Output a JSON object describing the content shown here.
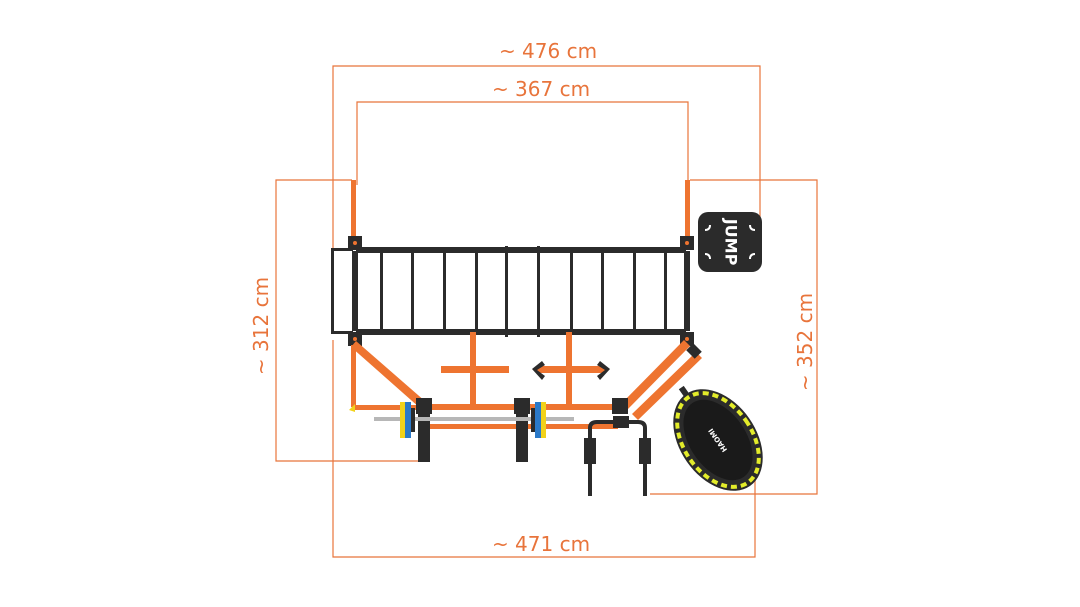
{
  "dimensions": {
    "top_outer": "~ 476 cm",
    "top_inner": "~ 367 cm",
    "left": "~ 312 cm",
    "right": "~ 352 cm",
    "bottom": "~ 471 cm"
  },
  "jump_sign": {
    "text": "JUMP"
  },
  "trampoline": {
    "brand": "HAOMI"
  },
  "colors": {
    "accent": "#ee7430",
    "frame": "#2b2b2b",
    "dim": "#e8743b",
    "plate_blue": "#2b79c8",
    "plate_yellow": "#f2d21a",
    "trampoline_ring": "#e3ec2a"
  }
}
